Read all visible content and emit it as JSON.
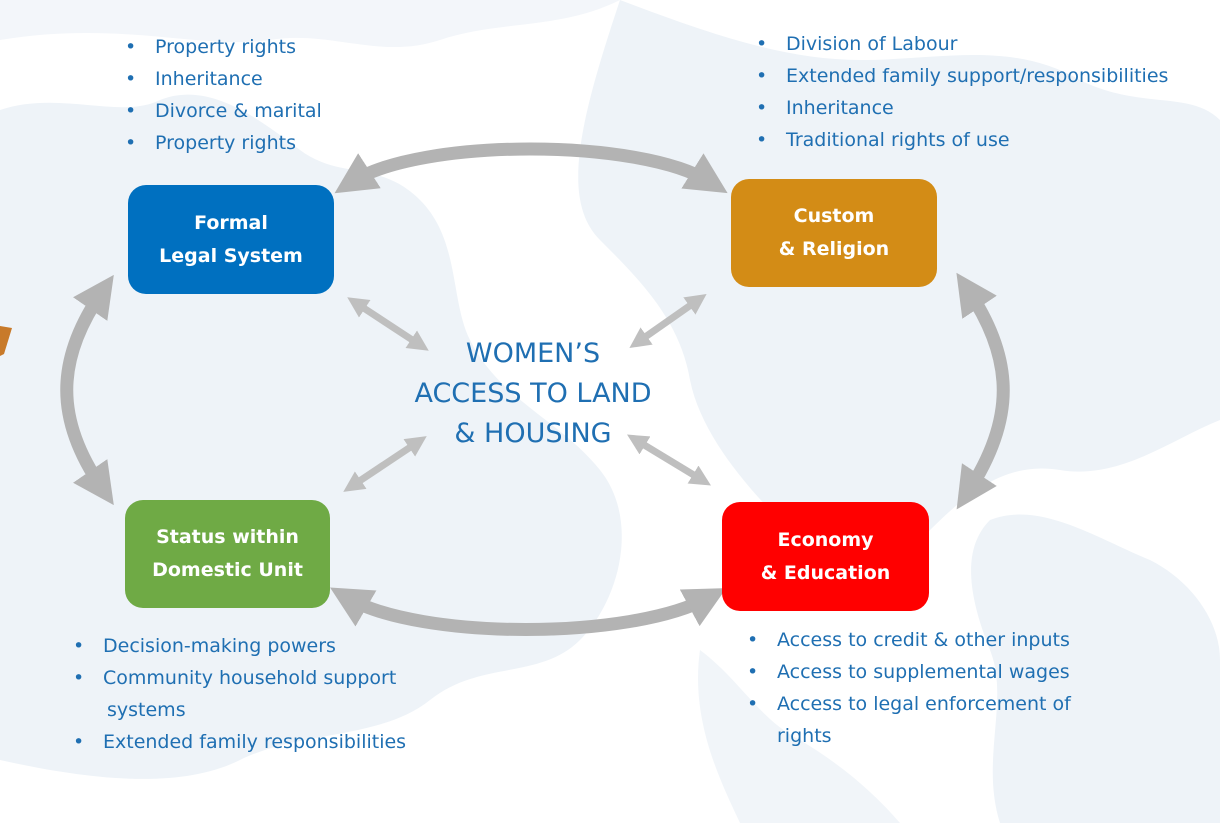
{
  "center_title": {
    "line1": "WOMEN’S",
    "line2": "ACCESS TO LAND",
    "line3": "& HOUSING"
  },
  "boxes": {
    "legal": {
      "line1": "Formal",
      "line2": "Legal System",
      "color": "#0070c0"
    },
    "custom": {
      "line1": "Custom",
      "line2": "& Religion",
      "color": "#d38c16"
    },
    "status": {
      "line1": "Status within",
      "line2": "Domestic Unit",
      "color": "#6faa45"
    },
    "economy": {
      "line1": "Economy",
      "line2": "& Education",
      "color": "#ff0000"
    }
  },
  "lists": {
    "legal": [
      "Property rights",
      "Inheritance",
      "Divorce & marital",
      "Property rights"
    ],
    "custom": [
      "Division of Labour",
      "Extended family support/responsibilities",
      "Inheritance",
      "Traditional rights of use"
    ],
    "status": {
      "item1": "Decision-making powers",
      "item2_line1": "Community household support",
      "item2_line2": "systems",
      "item3": "Extended family responsibilities"
    },
    "economy": {
      "item1": "Access to credit & other inputs",
      "item2": "Access to supplemental wages",
      "item3_line1": "Access to legal enforcement of",
      "item3_line2": "rights"
    }
  },
  "colors": {
    "text_blue": "#1f6fb2",
    "arrow_gray": "#b3b3b3",
    "map_tint": "#eef3f8"
  }
}
